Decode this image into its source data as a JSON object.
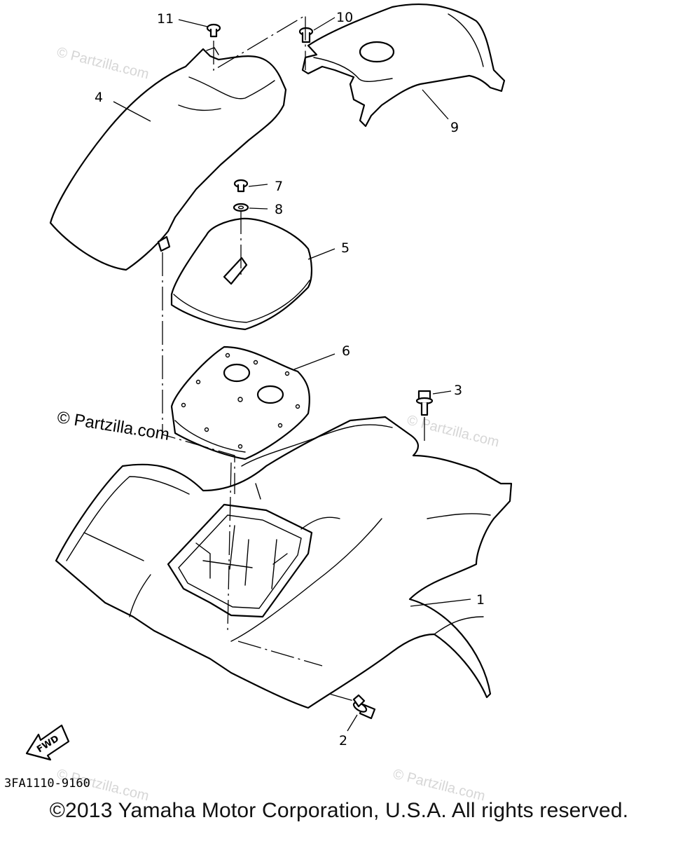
{
  "callouts": [
    {
      "id": "1",
      "part": "rear-fender"
    },
    {
      "id": "2",
      "part": "flange-bolt"
    },
    {
      "id": "3",
      "part": "flange-bolt"
    },
    {
      "id": "4",
      "part": "mud-flap-left"
    },
    {
      "id": "5",
      "part": "box-cover"
    },
    {
      "id": "6",
      "part": "box-seal"
    },
    {
      "id": "7",
      "part": "screw"
    },
    {
      "id": "8",
      "part": "washer"
    },
    {
      "id": "9",
      "part": "mud-flap-right"
    },
    {
      "id": "10",
      "part": "collar-bolt"
    },
    {
      "id": "11",
      "part": "screw"
    }
  ],
  "labels": {
    "c1": "1",
    "c2": "2",
    "c3": "3",
    "c4": "4",
    "c5": "5",
    "c6": "6",
    "c7": "7",
    "c8": "8",
    "c9": "9",
    "c10": "10",
    "c11": "11"
  },
  "fwd_label": "FWD",
  "diagram_code": "3FA1110-9160",
  "watermark": "© Partzilla.com",
  "partzilla_mark": "© Partzilla.com",
  "copyright": "©2013  Yamaha Motor Corporation, U.S.A. All rights reserved."
}
